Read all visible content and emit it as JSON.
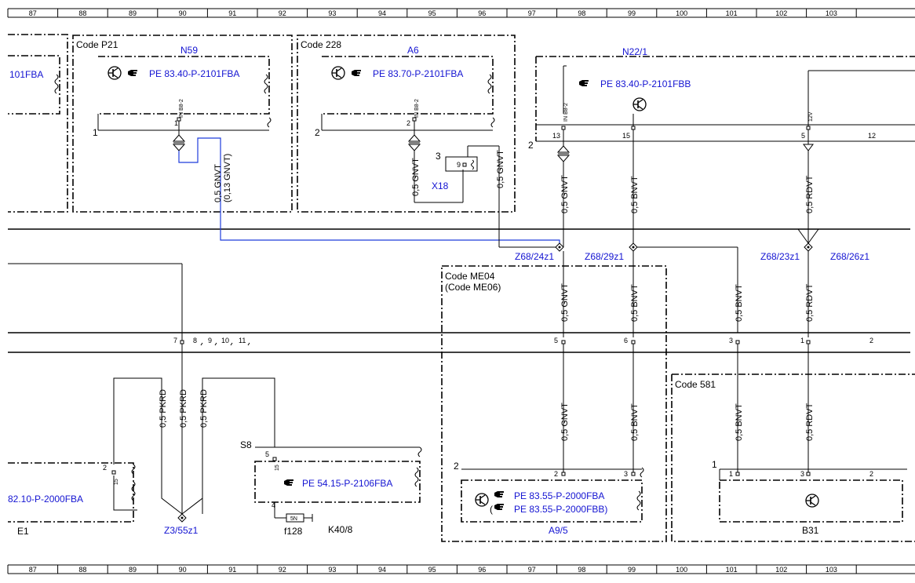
{
  "ruler": {
    "columns": [
      "87",
      "88",
      "89",
      "90",
      "91",
      "92",
      "93",
      "94",
      "95",
      "96",
      "97",
      "98",
      "99",
      "100",
      "101",
      "102",
      "103"
    ]
  },
  "code_labels": {
    "p21": "Code P21",
    "c228": "Code 228",
    "me04": "Code ME04",
    "me06": "(Code ME06)",
    "c581": "Code 581"
  },
  "components": {
    "n59": "N59",
    "a6": "A6",
    "n22_1": "N22/1",
    "x18": "X18",
    "s8": "S8",
    "f128": "f128",
    "k40_8": "K40/8",
    "e1": "E1",
    "a9_5": "A9/5",
    "b31": "B31",
    "z3_55z1": "Z3/55z1",
    "z68_24z1": "Z68/24z1",
    "z68_29z1": "Z68/29z1",
    "z68_23z1": "Z68/23z1",
    "z68_26z1": "Z68/26z1"
  },
  "references": {
    "left_fba": "101FBA",
    "n59_ref": "PE 83.40-P-2101FBA",
    "a6_ref": "PE 83.70-P-2101FBA",
    "n22_ref": "PE 83.40-P-2101FBB",
    "s8_ref": "PE 54.15-P-2106FBA",
    "a95_ref1": "PE 83.55-P-2000FBA",
    "a95_ref2": "PE 83.55-P-2000FBB)",
    "a95_paren": "(",
    "e1_ref": "82.10-P-2000FBA"
  },
  "wire_labels": {
    "n59_a": "0,5 GNVT",
    "n59_b": "(0,13 GNVT)",
    "a6_a": "0,5 GNVT",
    "a6_b": "0,5 GNVT",
    "gnvt": "0,5 GNVT",
    "bnvt": "0,5 BNVT",
    "rdvt": "0,5 RDVT",
    "pkrd": "0,5 PKRD"
  },
  "pin_labels": {
    "in_b8_2": "IN B8-2",
    "v12": "12V",
    "fuse_5n": "5N",
    "p15": "15"
  },
  "pin_numbers": {
    "n59_pin": "1",
    "n59_outer": "1",
    "a6_pin": "2",
    "a6_outer": "2",
    "x18_3": "3",
    "x18_9": "9",
    "n22_2": "2",
    "n22_13": "13",
    "n22_15": "15",
    "n22_5": "5",
    "n22_12": "12",
    "conn_7": "7",
    "conn_8": "8",
    "conn_9": "9",
    "conn_10": "10",
    "conn_11": "11",
    "conn_5": "5",
    "conn_6": "6",
    "conn_3": "3",
    "conn_1": "1",
    "conn_2": "2",
    "e1_2": "2",
    "s8_5": "5",
    "s8_4": "4",
    "a95_outer": "2",
    "a95_2": "2",
    "a95_3": "3",
    "b31_outer": "1",
    "b31_1": "1",
    "b31_3": "3",
    "b31_2": "2"
  },
  "icons": {
    "hand": "pointing-hand-icon",
    "transistor": "transistor-icon"
  },
  "colors": {
    "reference_blue": "#1414d2",
    "wire_blue": "#1e3cdc"
  }
}
